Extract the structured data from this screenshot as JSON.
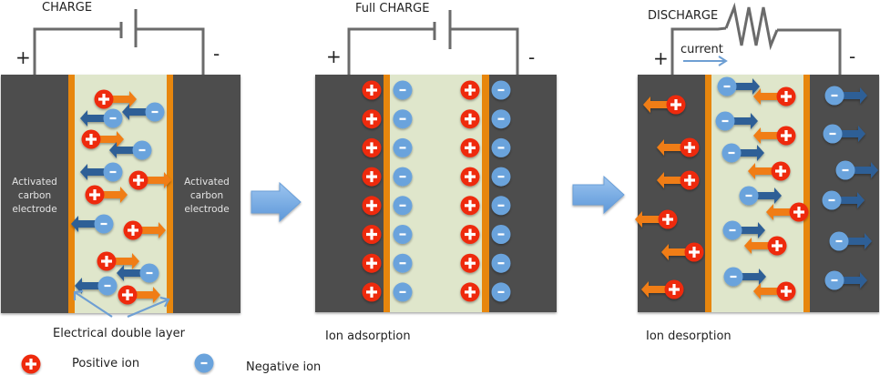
{
  "colors": {
    "electrode": "#4d4d4d",
    "separator": "#e7860f",
    "electrolyte": "#dfe6cb",
    "positive_ion": "#ee2a10",
    "negative_ion": "#6ba3dc",
    "positive_arrow": "#f07d12",
    "negative_arrow": "#2f5f96",
    "wire": "#6b6b6b",
    "step_arrow": "#7fb0e6",
    "pointer": "#6e9fd3"
  },
  "panels": [
    {
      "id": "charge",
      "title": "CHARGE",
      "plus_terminal": "+",
      "minus_terminal": "-",
      "circuit_element": "battery",
      "left_electrode_label": [
        "Activated",
        "carbon",
        "electrode"
      ],
      "right_electrode_label": [
        "Activated",
        "carbon",
        "electrode"
      ],
      "caption": "Electrical double layer",
      "ions": [
        {
          "sign": "+",
          "direction": "right"
        },
        {
          "sign": "-",
          "direction": "left"
        },
        {
          "sign": "-",
          "direction": "left"
        },
        {
          "sign": "+",
          "direction": "right"
        },
        {
          "sign": "-",
          "direction": "left"
        },
        {
          "sign": "-",
          "direction": "left"
        },
        {
          "sign": "+",
          "direction": "right"
        },
        {
          "sign": "+",
          "direction": "right"
        },
        {
          "sign": "-",
          "direction": "left"
        },
        {
          "sign": "+",
          "direction": "right"
        },
        {
          "sign": "+",
          "direction": "right"
        },
        {
          "sign": "-",
          "direction": "left"
        },
        {
          "sign": "-",
          "direction": "left"
        },
        {
          "sign": "+",
          "direction": "right"
        }
      ]
    },
    {
      "id": "full-charge",
      "title": "Full CHARGE",
      "plus_terminal": "+",
      "minus_terminal": "-",
      "circuit_element": "battery",
      "caption": "Ion adsorption",
      "rows": 8,
      "columns": [
        {
          "sign": "+",
          "side": "left-electrode"
        },
        {
          "sign": "-",
          "side": "left-electrolyte"
        },
        {
          "sign": "+",
          "side": "right-electrolyte"
        },
        {
          "sign": "-",
          "side": "right-electrode"
        }
      ]
    },
    {
      "id": "discharge",
      "title": "DISCHARGE",
      "plus_terminal": "+",
      "minus_terminal": "-",
      "circuit_element": "resistor",
      "current_label": "current",
      "caption": "Ion desorption",
      "ions": [
        {
          "sign": "+",
          "direction": "left",
          "region": "left-electrode"
        },
        {
          "sign": "+",
          "direction": "left",
          "region": "left-electrode"
        },
        {
          "sign": "+",
          "direction": "left",
          "region": "left-electrode"
        },
        {
          "sign": "+",
          "direction": "left",
          "region": "left-electrode"
        },
        {
          "sign": "+",
          "direction": "left",
          "region": "left-electrode"
        },
        {
          "sign": "+",
          "direction": "left",
          "region": "left-electrode"
        },
        {
          "sign": "-",
          "direction": "right",
          "region": "electrolyte"
        },
        {
          "sign": "+",
          "direction": "left",
          "region": "electrolyte"
        },
        {
          "sign": "-",
          "direction": "right",
          "region": "electrolyte"
        },
        {
          "sign": "+",
          "direction": "left",
          "region": "electrolyte"
        },
        {
          "sign": "-",
          "direction": "right",
          "region": "electrolyte"
        },
        {
          "sign": "+",
          "direction": "left",
          "region": "electrolyte"
        },
        {
          "sign": "-",
          "direction": "right",
          "region": "electrolyte"
        },
        {
          "sign": "+",
          "direction": "left",
          "region": "electrolyte"
        },
        {
          "sign": "-",
          "direction": "right",
          "region": "electrolyte"
        },
        {
          "sign": "+",
          "direction": "left",
          "region": "electrolyte"
        },
        {
          "sign": "-",
          "direction": "right",
          "region": "electrolyte"
        },
        {
          "sign": "+",
          "direction": "left",
          "region": "electrolyte"
        },
        {
          "sign": "-",
          "direction": "right",
          "region": "right-electrode"
        },
        {
          "sign": "-",
          "direction": "right",
          "region": "right-electrode"
        },
        {
          "sign": "-",
          "direction": "right",
          "region": "right-electrode"
        },
        {
          "sign": "-",
          "direction": "right",
          "region": "right-electrode"
        },
        {
          "sign": "-",
          "direction": "right",
          "region": "right-electrode"
        },
        {
          "sign": "-",
          "direction": "right",
          "region": "right-electrode"
        }
      ]
    }
  ],
  "legend": {
    "positive": {
      "symbol": "+",
      "label": "Positive ion"
    },
    "negative": {
      "symbol": "-",
      "label": "Negative  ion"
    }
  }
}
